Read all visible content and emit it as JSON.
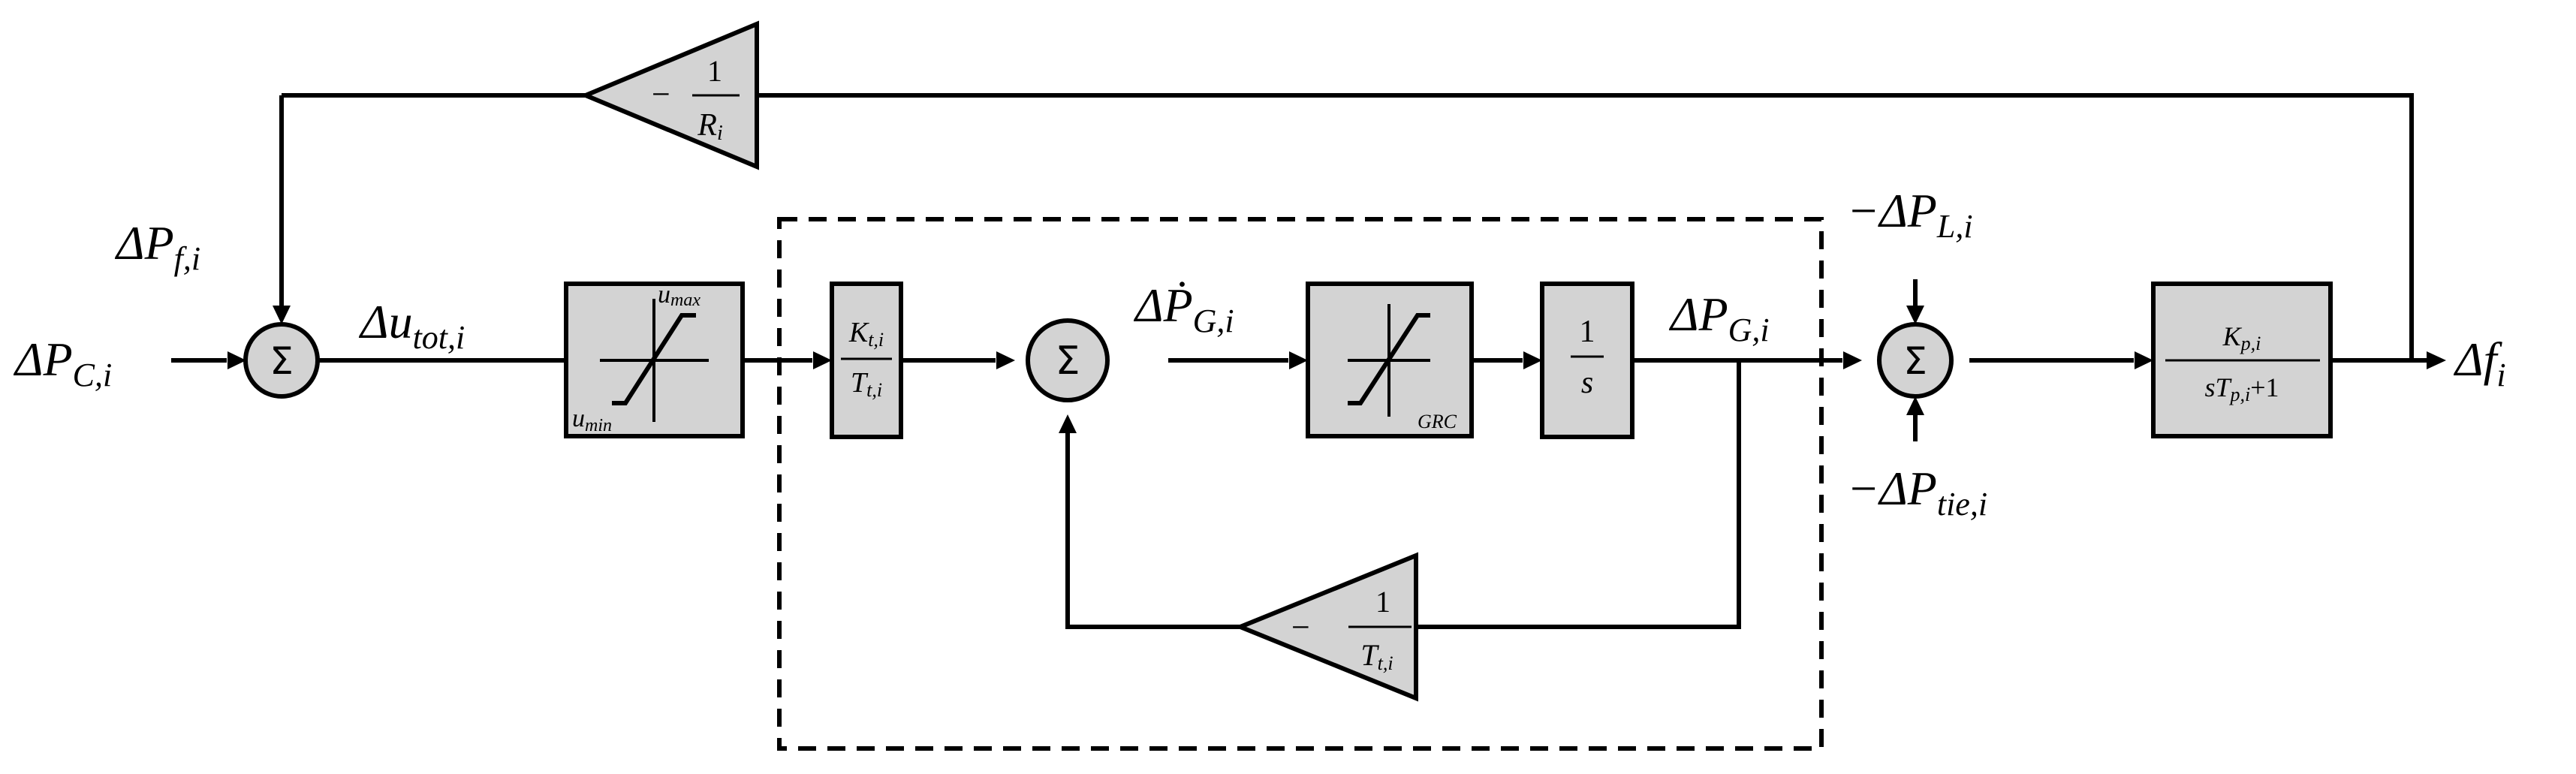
{
  "labels": {
    "dpc": {
      "a": "ΔP",
      "b": "C,i"
    },
    "dpf": {
      "a": "ΔP",
      "b": "f,i"
    },
    "dutot": {
      "a": "Δu",
      "b": "tot,i"
    },
    "dpgdot": {
      "a": "ΔṖ",
      "b": "G,i"
    },
    "dpg": {
      "a": "ΔP",
      "b": "G,i"
    },
    "dpl": {
      "a": "−ΔP",
      "b": "L,i"
    },
    "dptie": {
      "a": "−ΔP",
      "b": "tie,i"
    },
    "df": {
      "a": "Δf",
      "b": "i"
    }
  },
  "sum_symbol": "Σ",
  "blocks": {
    "limiter": {
      "max_a": "u",
      "max_b": "max",
      "min_a": "u",
      "min_b": "min"
    },
    "turbine": {
      "num_a": "K",
      "num_b": "t,i",
      "den_a": "T",
      "den_b": "t,i"
    },
    "grc": {
      "label": "GRC"
    },
    "integrator": {
      "num": "1",
      "den": "s"
    },
    "plant": {
      "num_a": "K",
      "num_b": "p,i",
      "den_s": "sT",
      "den_b": "p,i",
      "den_c": "+1"
    },
    "droop_gain": {
      "sign": "−",
      "num": "1",
      "den_a": "R",
      "den_b": "i"
    },
    "feedback_gain": {
      "sign": "−",
      "num": "1",
      "den_a": "T",
      "den_b": "t,i"
    }
  }
}
